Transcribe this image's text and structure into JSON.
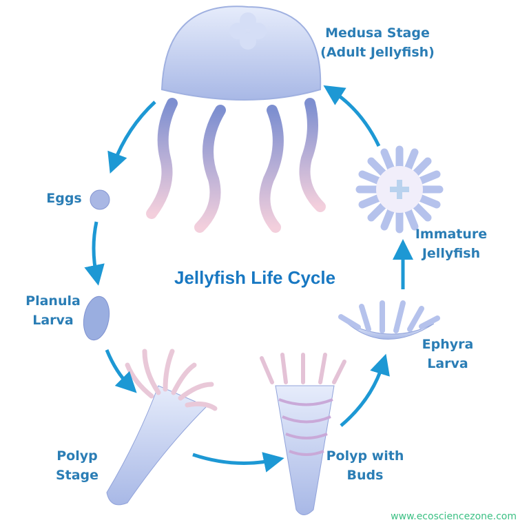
{
  "title": "Jellyfish Life Cycle",
  "stages": {
    "medusa": [
      "Medusa Stage",
      "(Adult Jellyfish)"
    ],
    "eggs": [
      "Eggs"
    ],
    "planula": [
      "Planula",
      "Larva"
    ],
    "polyp": [
      "Polyp",
      "Stage"
    ],
    "polyp_buds": [
      "Polyp with",
      "Buds"
    ],
    "ephyra": [
      "Ephyra",
      "Larva"
    ],
    "immature": [
      "Immature",
      "Jellyfish"
    ]
  },
  "watermark": "www.ecosciencezone.com",
  "colors": {
    "label": "#2a7db5",
    "title": "#1878c2",
    "arrow": "#1d98d4",
    "watermark": "#3cc084",
    "organism": "#b9c6ee"
  }
}
